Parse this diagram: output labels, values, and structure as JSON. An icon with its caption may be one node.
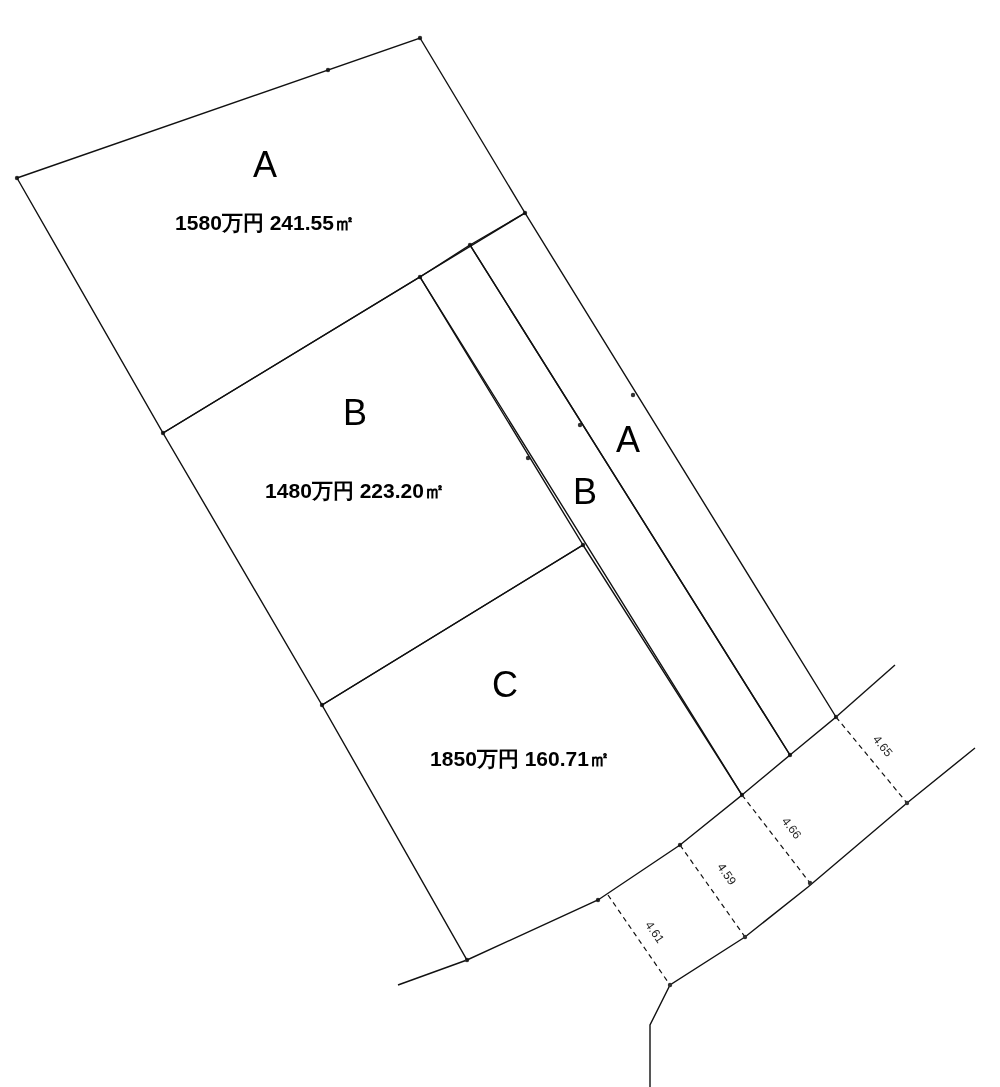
{
  "diagram": {
    "nodes": [
      {
        "text": [
          "A",
          "1580万円 241.55㎡"
        ]
      },
      {
        "text": [
          "B",
          "1480万円 223.20㎡"
        ]
      },
      {
        "text": [
          "A"
        ]
      },
      {
        "text": [
          "B"
        ]
      },
      {
        "text": [
          "C",
          "1850万円 160.71㎡"
        ]
      }
    ],
    "labels": [
      "4.65",
      "4.66",
      "4.59",
      "4.61"
    ]
  }
}
